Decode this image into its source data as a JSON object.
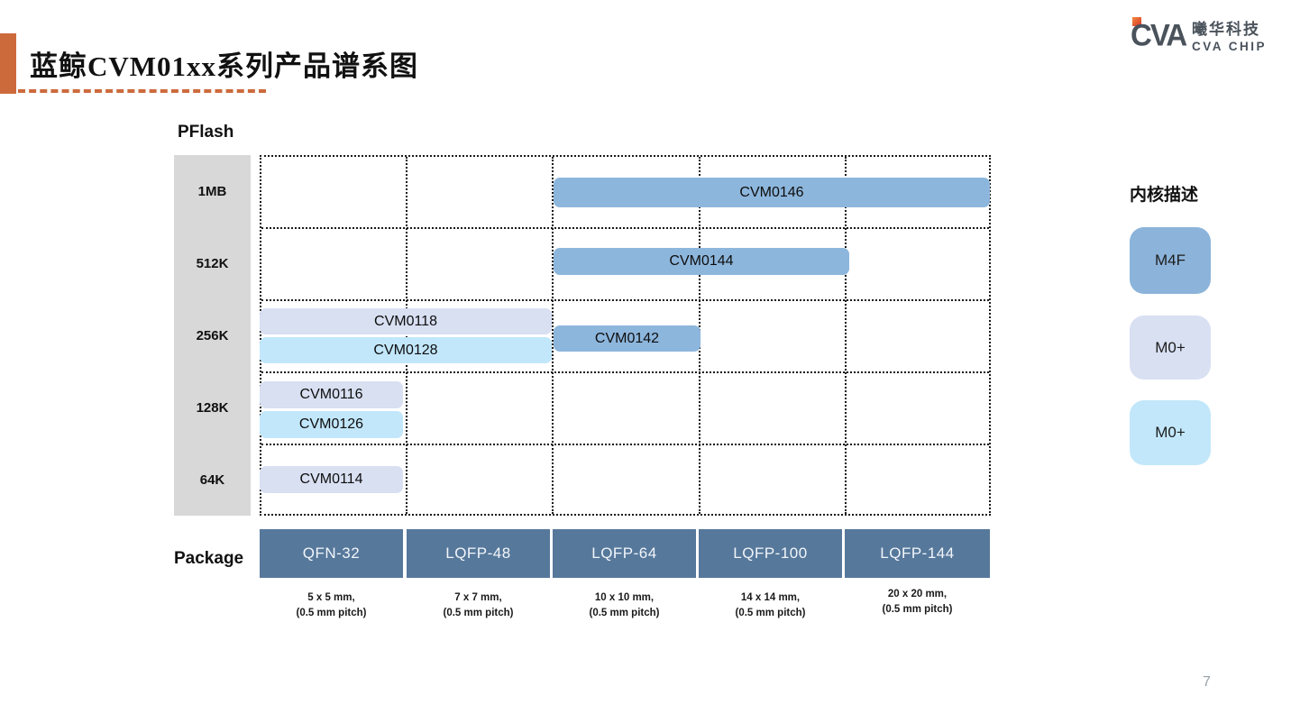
{
  "slide": {
    "title": "蓝鲸CVM01xx系列产品谱系图",
    "page_number": "7"
  },
  "logo": {
    "mark": "CVA",
    "company_cn": "曦华科技",
    "company_en": "CVA CHIP"
  },
  "colors": {
    "accent_orange": "#cd6a3c",
    "core_m4f_blue": "#8db6dc",
    "core_m0p_lavender": "#d8e0f2",
    "core_m0p_cyan": "#c2e7fb",
    "package_header": "#56789b",
    "axis_band_gray": "#d8d8d8"
  },
  "pflash_axis": {
    "label": "PFlash",
    "ticks": [
      "1MB",
      "512K",
      "256K",
      "128K",
      "64K"
    ]
  },
  "package_axis": {
    "label": "Package",
    "items": [
      {
        "name": "QFN-32",
        "size": "5 x 5 mm,",
        "pitch": "(0.5 mm pitch)"
      },
      {
        "name": "LQFP-48",
        "size": "7 x 7 mm,",
        "pitch": "(0.5 mm pitch)"
      },
      {
        "name": "LQFP-64",
        "size": "10 x 10 mm,",
        "pitch": "(0.5 mm pitch)"
      },
      {
        "name": "LQFP-100",
        "size": "14 x 14 mm,",
        "pitch": "(0.5 mm pitch)"
      },
      {
        "name": "LQFP-144",
        "size": "20 x 20 mm,",
        "pitch": "(0.5 mm pitch)"
      }
    ]
  },
  "legend": {
    "title": "内核描述",
    "items": [
      {
        "label": "M4F",
        "color": "#8cb4da"
      },
      {
        "label": "M0+",
        "color": "#d8e0f2"
      },
      {
        "label": "M0+",
        "color": "#c2e7fb"
      }
    ]
  },
  "products": [
    {
      "name": "CVM0146",
      "core": "M4F",
      "pflash": "1MB",
      "package_min": "LQFP-64",
      "package_max": "LQFP-144"
    },
    {
      "name": "CVM0144",
      "core": "M4F",
      "pflash": "512K",
      "package_min": "LQFP-64",
      "package_max": "LQFP-100"
    },
    {
      "name": "CVM0118",
      "core": "M0+",
      "pflash": "256K",
      "package_min": "QFN-32",
      "package_max": "LQFP-48"
    },
    {
      "name": "CVM0128",
      "core": "M0+",
      "pflash": "256K",
      "package_min": "QFN-32",
      "package_max": "LQFP-48"
    },
    {
      "name": "CVM0142",
      "core": "M4F",
      "pflash": "256K",
      "package_min": "LQFP-64",
      "package_max": "LQFP-64"
    },
    {
      "name": "CVM0116",
      "core": "M0+",
      "pflash": "128K",
      "package_min": "QFN-32",
      "package_max": "QFN-32"
    },
    {
      "name": "CVM0126",
      "core": "M0+",
      "pflash": "128K",
      "package_min": "QFN-32",
      "package_max": "QFN-32"
    },
    {
      "name": "CVM0114",
      "core": "M0+",
      "pflash": "64K",
      "package_min": "QFN-32",
      "package_max": "QFN-32"
    }
  ]
}
